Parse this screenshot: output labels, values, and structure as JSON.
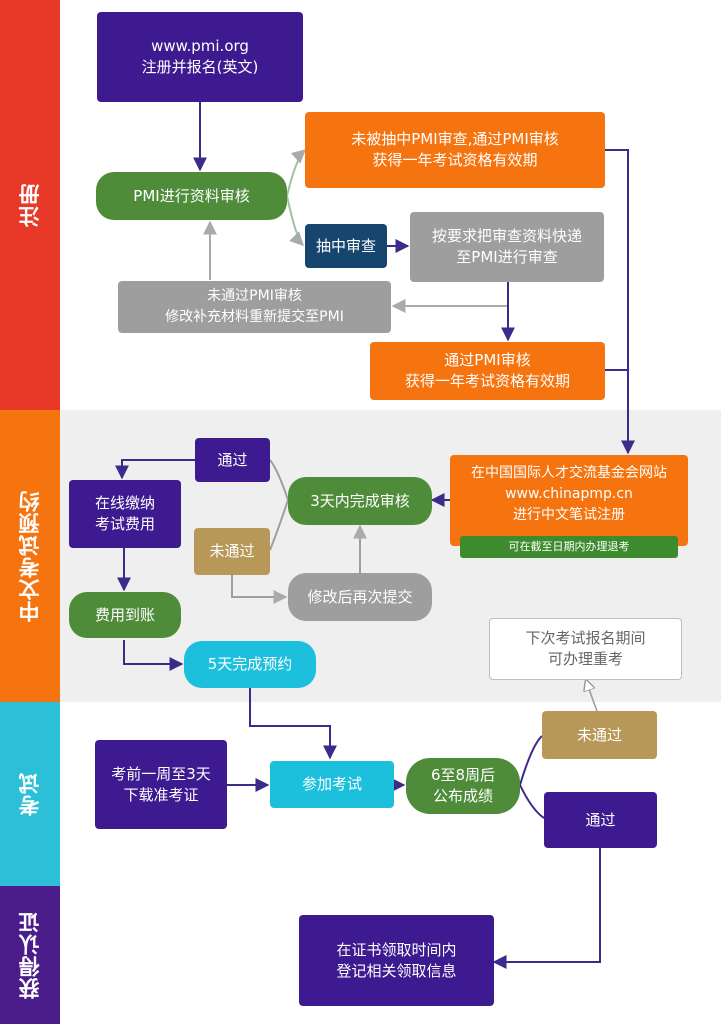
{
  "sections": {
    "register": "注册",
    "exam_booking": "中文考试预约",
    "exam": "考试",
    "certification": "获得认证"
  },
  "nodes": {
    "pmi_register": "www.pmi.org\n注册并报名(英文)",
    "pmi_review": "PMI进行资料审核",
    "not_audited": "未被抽中PMI审查,通过PMI审核\n获得一年考试资格有效期",
    "audit_selected": "抽中审查",
    "send_materials": "按要求把审查资料快递\n至PMI进行审查",
    "audit_failed": "未通过PMI审核\n修改补充材料重新提交至PMI",
    "audit_passed": "通过PMI审核\n获得一年考试资格有效期",
    "chinapmp_register": "在中国国际人才交流基金会网站\nwww.chinapmp.cn\n进行中文笔试注册",
    "refund_note": "可在截至日期内办理退考",
    "review_3days": "3天内完成审核",
    "review_pass": "通过",
    "review_fail": "未通过",
    "resubmit": "修改后再次提交",
    "pay_online": "在线缴纳\n考试费用",
    "payment_received": "费用到账",
    "booking_5days": "5天完成预约",
    "retake_note": "下次考试报名期间\n可办理重考",
    "download_admission": "考前一周至3天\n下载准考证",
    "take_exam": "参加考试",
    "results": "6至8周后\n公布成绩",
    "exam_fail": "未通过",
    "exam_pass": "通过",
    "collect_certificate": "在证书领取时间内\n登记相关领取信息"
  },
  "colors": {
    "purple": "#3d1a8f",
    "orange": "#f5740f",
    "green": "#4f8c3a",
    "navy": "#16466d",
    "gray": "#9e9e9e",
    "tan": "#b89858",
    "cyan": "#1cc0dd",
    "band_register": "#e83828",
    "band_booking": "#f5740f",
    "band_exam": "#2cc0d8",
    "band_cert": "#4a1d8a"
  }
}
